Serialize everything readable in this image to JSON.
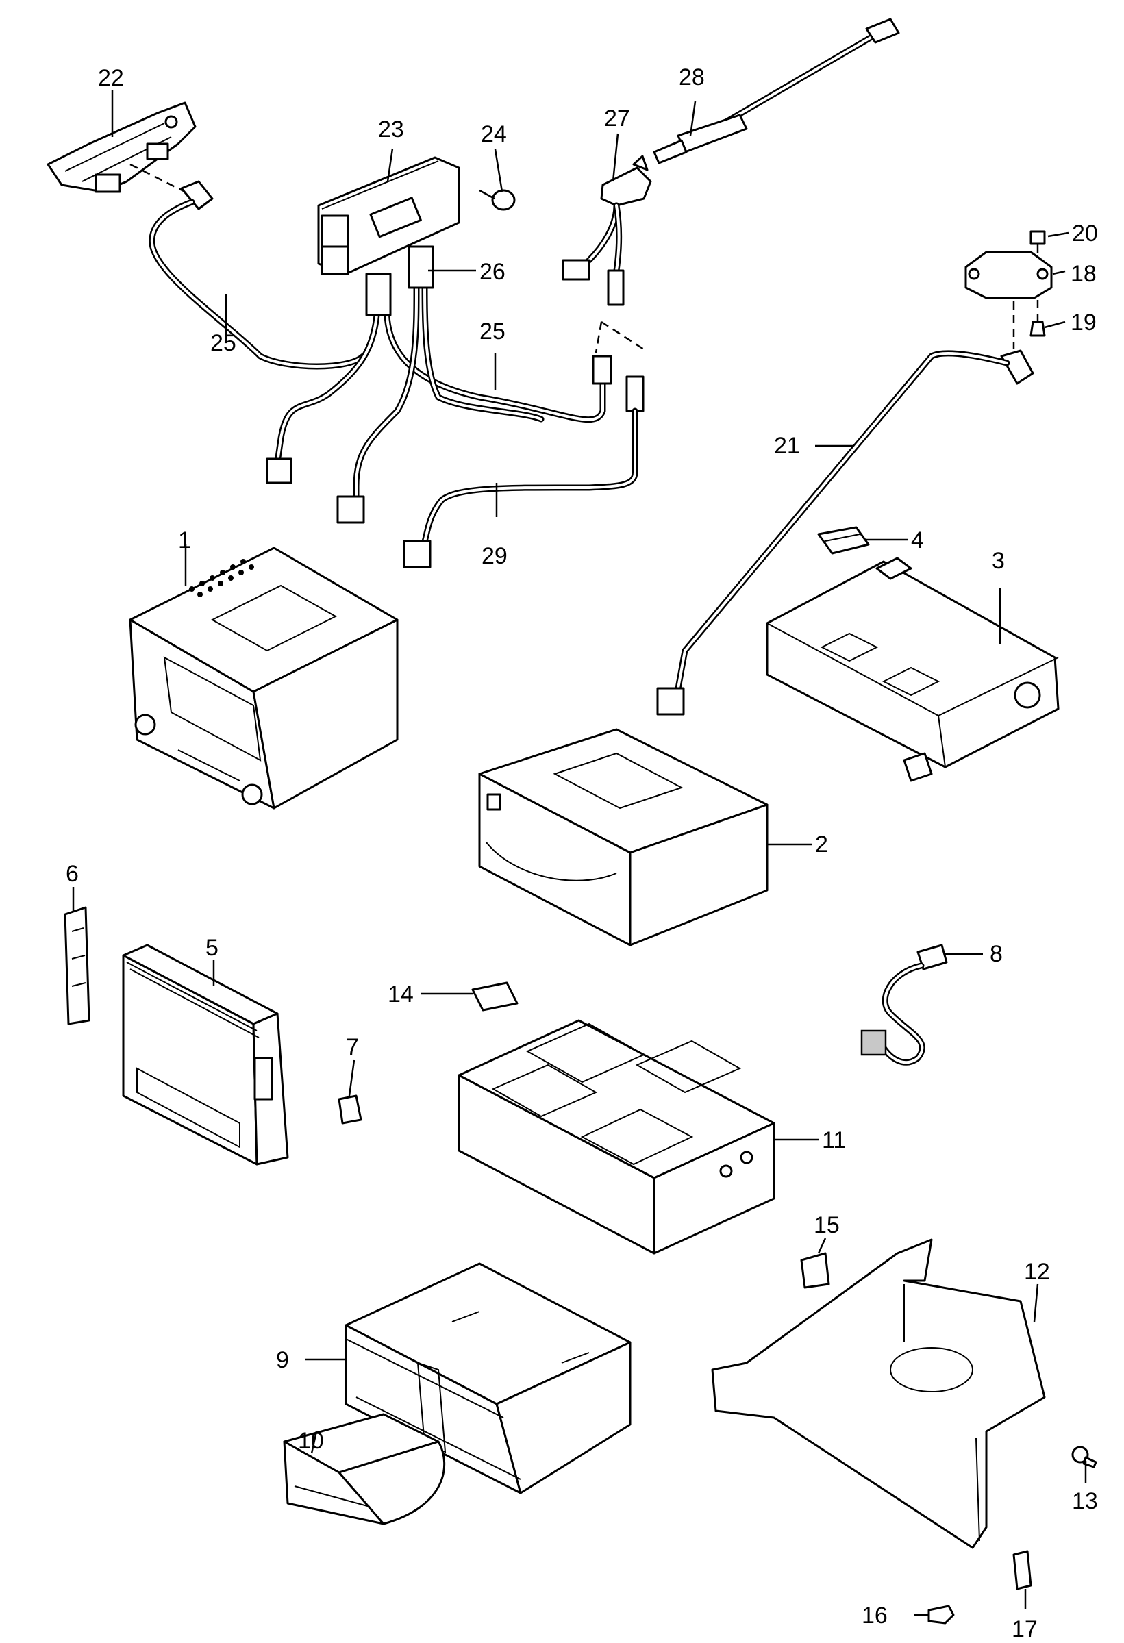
{
  "parts": [
    {
      "id": "p1",
      "label": "1"
    },
    {
      "id": "p2",
      "label": "2"
    },
    {
      "id": "p3",
      "label": "3"
    },
    {
      "id": "p4",
      "label": "4"
    },
    {
      "id": "p5",
      "label": "5"
    },
    {
      "id": "p6",
      "label": "6"
    },
    {
      "id": "p7",
      "label": "7"
    },
    {
      "id": "p8",
      "label": "8"
    },
    {
      "id": "p9",
      "label": "9"
    },
    {
      "id": "p10",
      "label": "10"
    },
    {
      "id": "p11",
      "label": "11"
    },
    {
      "id": "p12",
      "label": "12"
    },
    {
      "id": "p13",
      "label": "13"
    },
    {
      "id": "p14",
      "label": "14"
    },
    {
      "id": "p15",
      "label": "15"
    },
    {
      "id": "p16",
      "label": "16"
    },
    {
      "id": "p17",
      "label": "17"
    },
    {
      "id": "p18",
      "label": "18"
    },
    {
      "id": "p19",
      "label": "19"
    },
    {
      "id": "p20",
      "label": "20"
    },
    {
      "id": "p21",
      "label": "21"
    },
    {
      "id": "p22",
      "label": "22"
    },
    {
      "id": "p23",
      "label": "23"
    },
    {
      "id": "p24",
      "label": "24"
    },
    {
      "id": "p25a",
      "label": "25"
    },
    {
      "id": "p25b",
      "label": "25"
    },
    {
      "id": "p26",
      "label": "26"
    },
    {
      "id": "p27",
      "label": "27"
    },
    {
      "id": "p28",
      "label": "28"
    },
    {
      "id": "p29",
      "label": "29"
    }
  ]
}
